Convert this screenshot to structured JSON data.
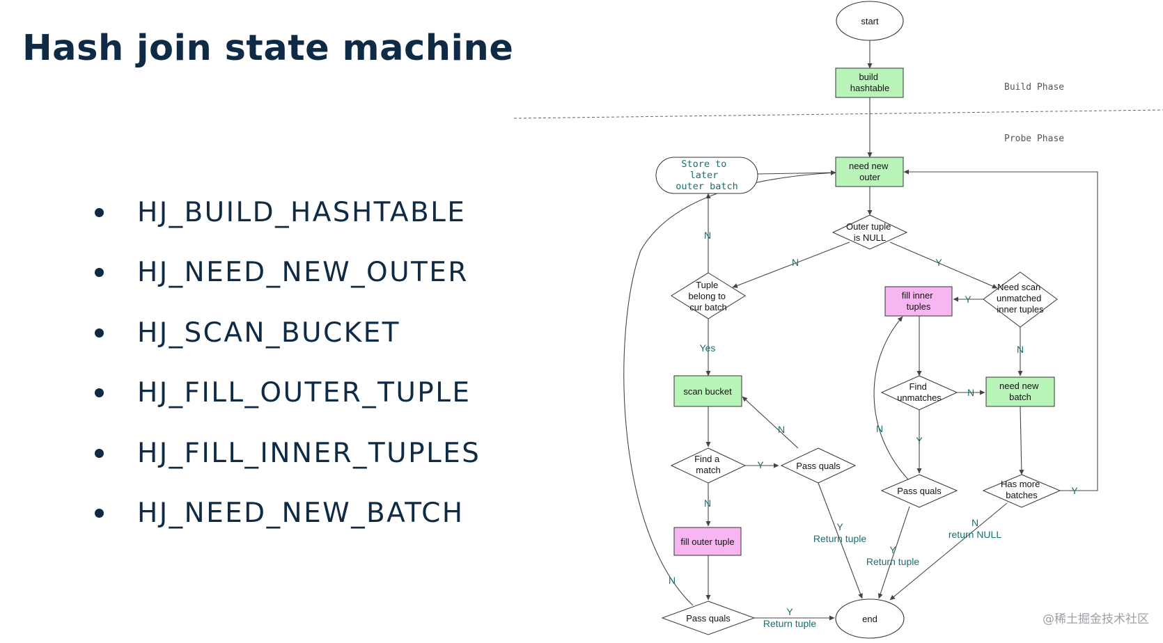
{
  "title": "Hash join state machine",
  "states": [
    "HJ_BUILD_HASHTABLE",
    "HJ_NEED_NEW_OUTER",
    "HJ_SCAN_BUCKET",
    "HJ_FILL_OUTER_TUPLE",
    "HJ_FILL_INNER_TUPLES",
    "HJ_NEED_NEW_BATCH"
  ],
  "diagram": {
    "phases": {
      "build": "Build Phase",
      "probe": "Probe Phase"
    },
    "nodes": {
      "start": "start",
      "build_hashtable": [
        "build",
        "hashtable"
      ],
      "need_new_outer": [
        "need new",
        "outer"
      ],
      "store_later": [
        "Store to",
        "later",
        "outer batch"
      ],
      "outer_null": [
        "Outer tuple",
        "is NULL"
      ],
      "tuple_belong": [
        "Tuple",
        "belong to",
        "cur batch"
      ],
      "need_scan_unmatched": [
        "Need scan",
        "unmatched",
        "inner tuples"
      ],
      "fill_inner": [
        "fill inner",
        "tuples"
      ],
      "scan_bucket": "scan bucket",
      "find_unmatches": [
        "Find",
        "unmatches"
      ],
      "need_new_batch": [
        "need new",
        "batch"
      ],
      "find_match": [
        "Find a",
        "match"
      ],
      "pass_quals_mid": "Pass quals",
      "pass_quals_right": "Pass quals",
      "has_more_batches": [
        "Has more",
        "batches"
      ],
      "fill_outer": "fill outer tuple",
      "pass_quals_bottom": "Pass quals",
      "end": "end"
    },
    "edge_labels": {
      "n": "N",
      "y": "Y",
      "yes": "Yes",
      "return_tuple": "Return tuple",
      "return_null": "return NULL"
    },
    "colors": {
      "green": "#b9f5b9",
      "pink": "#f7b5f2",
      "label": "#1a6e6e",
      "line": "#444444"
    }
  },
  "watermark": "@稀土掘金技术社区"
}
